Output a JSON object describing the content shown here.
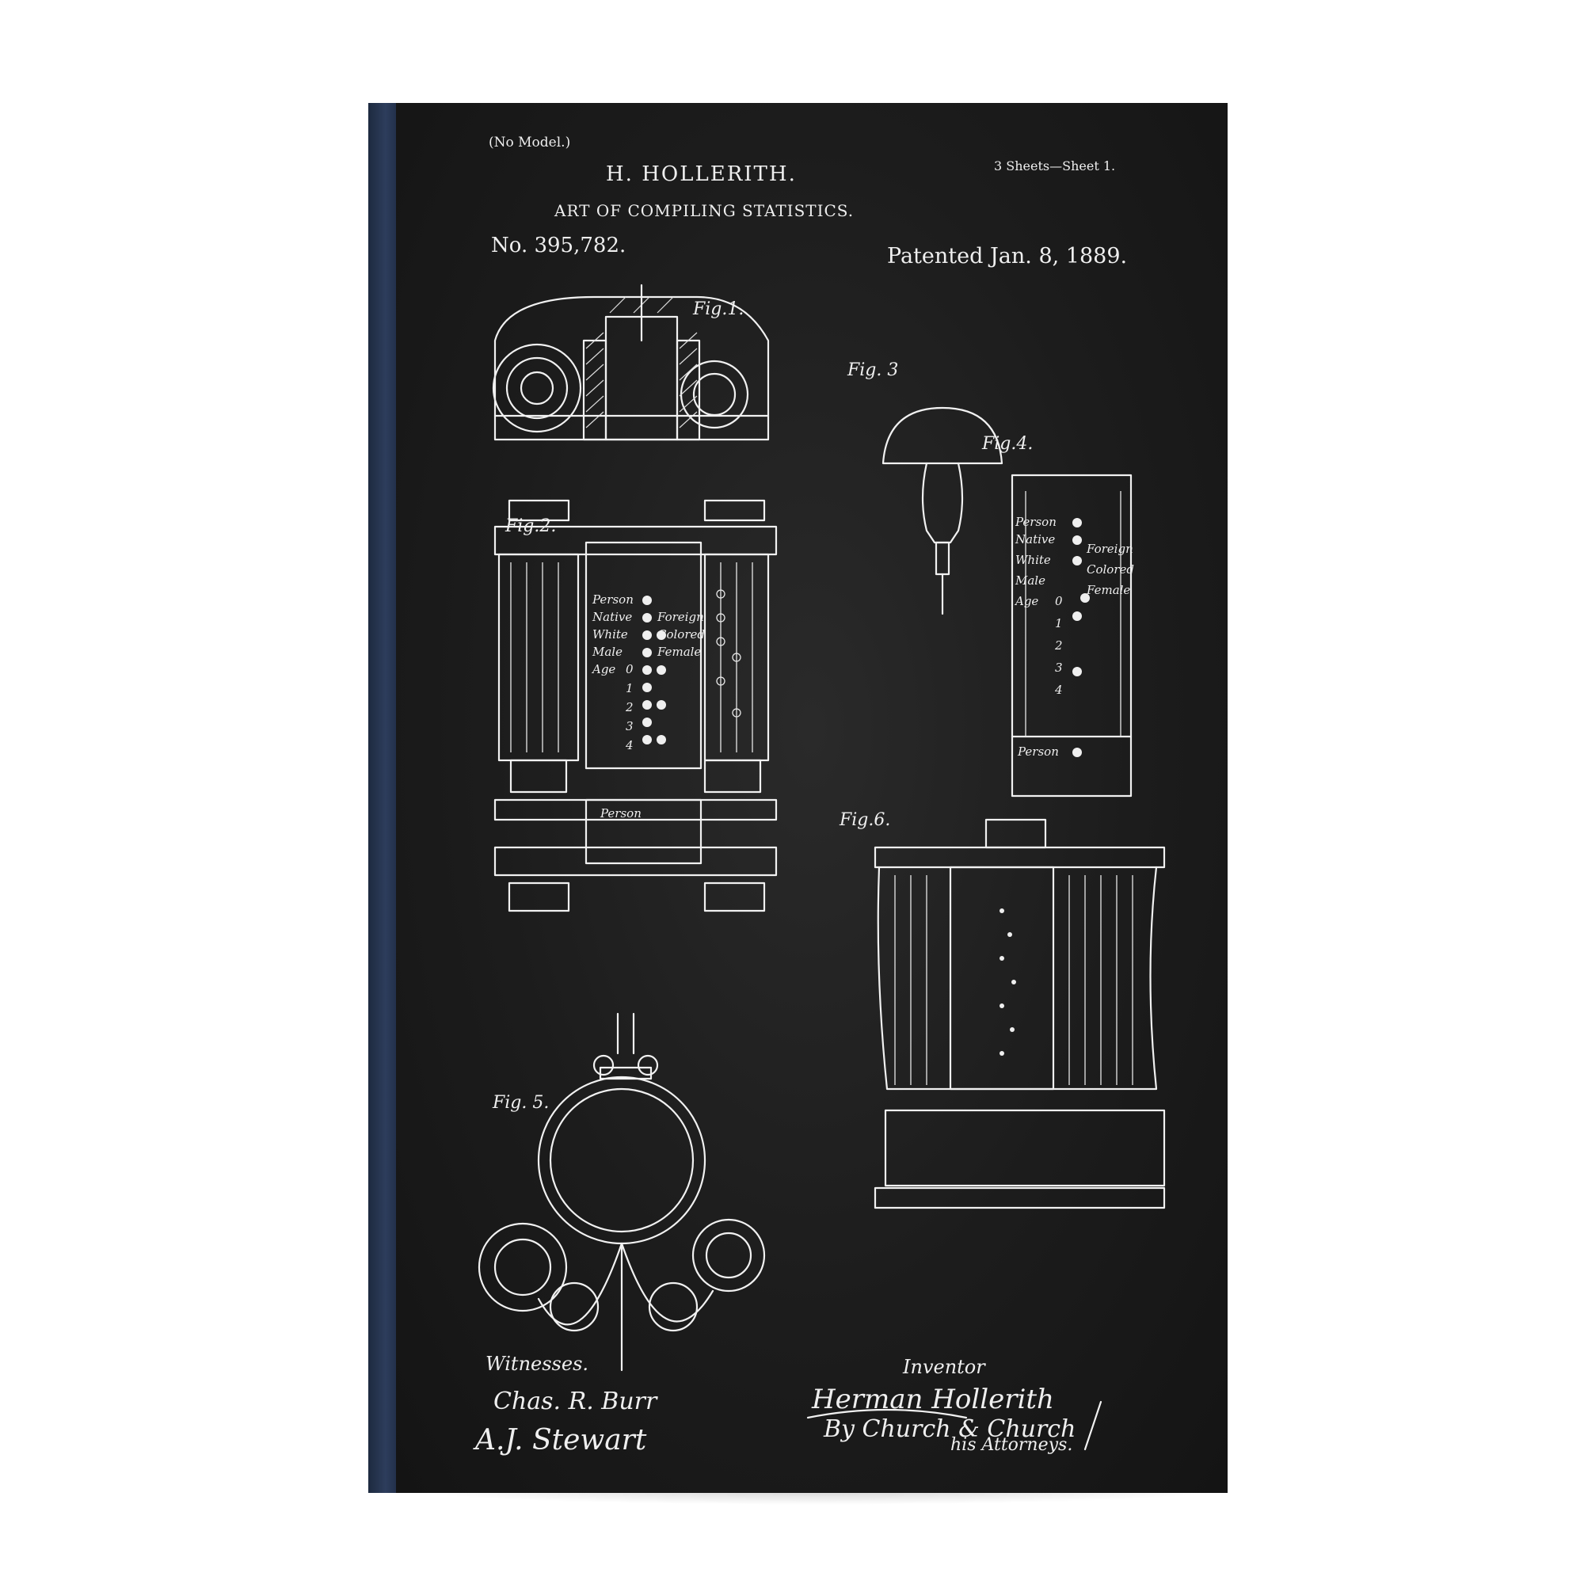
{
  "patent": {
    "no_model": "(No Model.)",
    "sheets": "3 Sheets—Sheet 1.",
    "inventor": "H. HOLLERITH.",
    "title": "ART OF COMPILING STATISTICS.",
    "number": "No. 395,782.",
    "date": "Patented Jan. 8, 1889."
  },
  "figures": {
    "fig1": "Fig.1.",
    "fig2": "Fig.2.",
    "fig3": "Fig. 3",
    "fig4": "Fig.4.",
    "fig5": "Fig. 5.",
    "fig6": "Fig.6."
  },
  "card_labels": {
    "person": "Person",
    "native": "Native",
    "foreign": "Foreign",
    "white": "White",
    "colored": "Colored",
    "male": "Male",
    "female": "Female",
    "age": "Age",
    "digits": [
      "0",
      "1",
      "2",
      "3",
      "4"
    ]
  },
  "footer": {
    "witnesses_label": "Witnesses.",
    "inventor_label": "Inventor",
    "attorneys_label": "his Attorneys.",
    "witness_1": "Chas. R. Burr",
    "witness_2": "A.J. Stewart",
    "inventor_signature": "Herman Hollerith",
    "attorneys_signature": "By Church & Church"
  },
  "colors": {
    "board": "#1c1c1c",
    "chalk": "#f1f1f1",
    "canvas_edge": "#2d3d5c",
    "background": "#ffffff"
  }
}
